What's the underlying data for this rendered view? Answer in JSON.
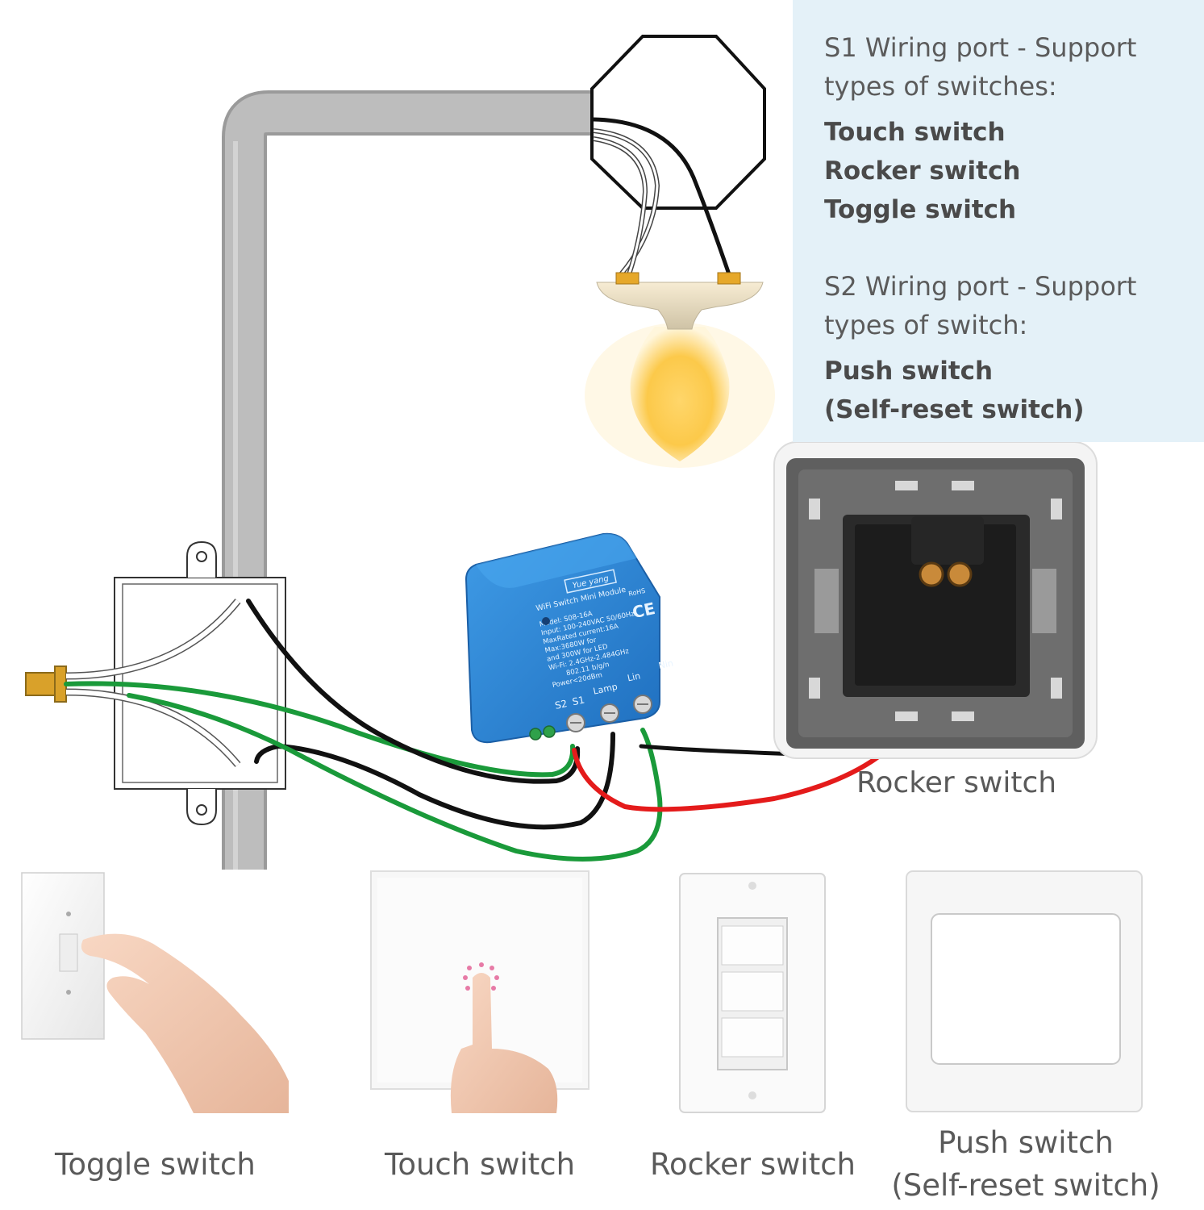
{
  "info_panel": {
    "s1_heading_line1": "S1 Wiring port - Support",
    "s1_heading_line2": "types of switches:",
    "s1_types": [
      "Touch switch",
      "Rocker switch",
      "Toggle switch"
    ],
    "s2_heading_line1": "S2 Wiring port - Support",
    "s2_heading_line2": "types of switch:",
    "s2_types": [
      "Push switch",
      "(Self-reset switch)"
    ]
  },
  "module": {
    "brand": "Yue yang",
    "name": "WiFi Switch Mini Module",
    "specs": [
      "Model: S08-16A",
      "Input: 100-240VAC 50/60Hz",
      "MaxRated current:16A",
      "Max:3680W for",
      "and 300W for LED",
      "Wi-Fi: 2.4GHz-2.484GHz",
      "802.11 b/g/n",
      "Power<20dBm"
    ],
    "terminals": [
      "S2",
      "S1",
      "Lamp",
      "Lin",
      "Nin"
    ],
    "marks": [
      "RoHS",
      "CE"
    ]
  },
  "wall_switch_label": "Rocker switch",
  "switch_gallery": [
    {
      "label": "Toggle switch"
    },
    {
      "label": "Touch switch"
    },
    {
      "label": "Rocker switch"
    },
    {
      "label_line1": "Push switch",
      "label_line2": "(Self-reset switch)"
    }
  ],
  "colors": {
    "panel_bg": "#e4f1f8",
    "conduit": "#b9b9b9",
    "module_blue": "#2e86d4",
    "wire_black": "#111111",
    "wire_red": "#e41b1b",
    "wire_green": "#1a9a3a",
    "bulb_glow": "#fcc94a"
  }
}
